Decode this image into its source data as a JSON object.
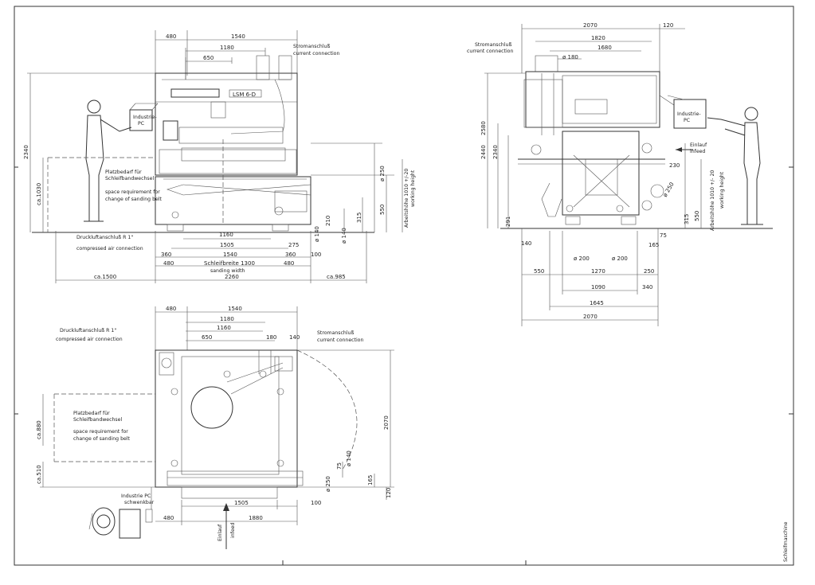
{
  "front_view": {
    "dims_top": [
      "480",
      "1540",
      "1180",
      "650"
    ],
    "dims_bottom": [
      "1160",
      "1505",
      "275",
      "360",
      "1540",
      "360",
      "100",
      "480",
      "480",
      "ca.1500",
      "2260",
      "ca.985"
    ],
    "dims_vertical": [
      "2340",
      "ca.1030",
      "ø 250",
      "550",
      "315",
      "210",
      "ø 140",
      "ø 140"
    ],
    "power_connection_de": "Stromanschluß",
    "power_connection_en": "current connection",
    "pc_label_1": "Industrie-",
    "pc_label_2": "PC",
    "space_de_1": "Platzbedarf für",
    "space_de_2": "Schleifbandwechsel",
    "space_en_1": "space requirement for",
    "space_en_2": "change of sanding belt",
    "air_de": "Druckluftanschluß R 1\"",
    "air_en": "compressed air connection",
    "sanding_width_de": "Schleifbreite 1300",
    "sanding_width_en": "sanding width",
    "working_height_de": "Arbeitshöhe 1010 +/-20",
    "working_height_en": "working height"
  },
  "side_view": {
    "power_connection_de": "Stromanschluß",
    "power_connection_en": "current connection",
    "dims_top": [
      "2070",
      "120",
      "1820",
      "1680",
      "ø 180"
    ],
    "dims_vertical": [
      "2580",
      "2440",
      "2340",
      "291",
      "ø 250",
      "550",
      "315",
      "75",
      "165",
      "140"
    ],
    "infeed_de": "Einlauf",
    "infeed_en": "infeed",
    "dim_230": "230",
    "pc_label_1": "Industrie-",
    "pc_label_2": "PC",
    "working_height_de": "Arbeitshöhe 1010 +/- 20",
    "working_height_en": "working height",
    "dims_bottom": [
      "ø 200",
      "ø 200",
      "550",
      "1270",
      "250",
      "1090",
      "340",
      "1645",
      "2070"
    ]
  },
  "plan_view": {
    "dims_top": [
      "480",
      "1540",
      "1180",
      "1160",
      "650",
      "180",
      "140"
    ],
    "air_de": "Druckluftanschluß R 1\"",
    "air_en": "compressed air connection",
    "power_connection_de": "Stromanschluß",
    "power_connection_en": "current connection",
    "space_de_1": "Platzbedarf für",
    "space_de_2": "Schleifbandwechsel",
    "space_en_1": "space requirement for",
    "space_en_2": "change of sanding belt",
    "dims_vertical": [
      "ca.880",
      "ca.510",
      "2070",
      "75",
      "ø 140",
      "ø 250",
      "165",
      "120"
    ],
    "pc_de_1": "Industrie PC",
    "pc_de_2": "schwenkbar",
    "dims_bottom": [
      "1505",
      "100",
      "480",
      "1880"
    ],
    "infeed_de": "Einlauf",
    "infeed_en": "infeed"
  },
  "machine_nameplate": "LSM 6-D",
  "title_block_text": "Schleifmaschine"
}
